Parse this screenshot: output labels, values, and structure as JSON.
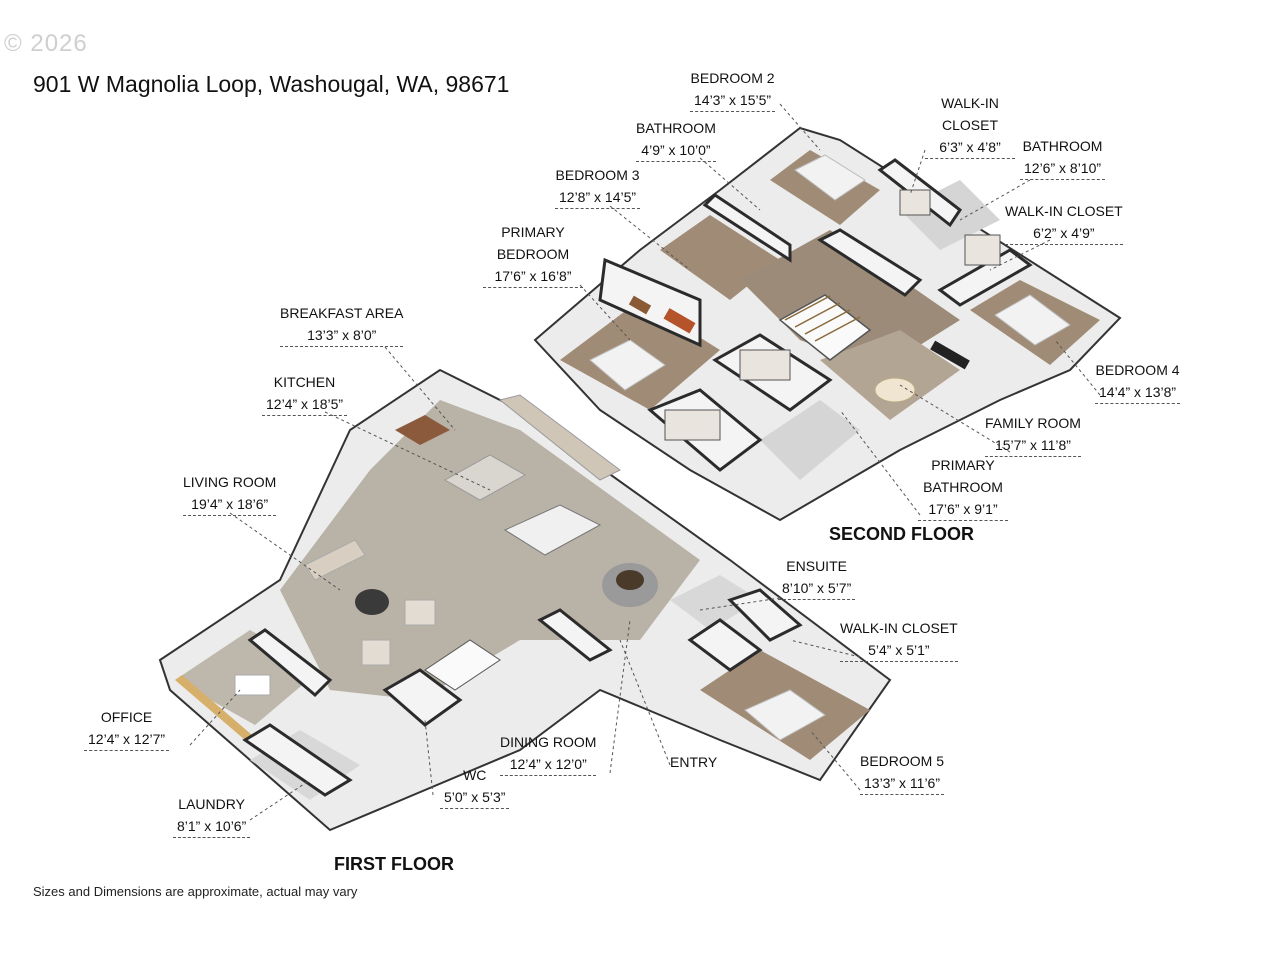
{
  "copyright": "© 2026",
  "address": "901 W Magnolia Loop, Washougal, WA, 98671",
  "disclaimer": "Sizes and Dimensions are approximate, actual may vary",
  "floors": {
    "first": "FIRST FLOOR",
    "second": "SECOND FLOOR"
  },
  "rooms": {
    "bedroom2": {
      "name": "BEDROOM 2",
      "dim": "14’3” x 15’5”"
    },
    "walkin_closet_upper": {
      "name": "WALK-IN CLOSET",
      "dim": "6’3” x 4’8”"
    },
    "bathroom_upper_mid": {
      "name": "BATHROOM",
      "dim": "4’9” x 10’0”"
    },
    "bathroom_upper_right": {
      "name": "BATHROOM",
      "dim": "12’6” x 8’10”"
    },
    "bedroom3": {
      "name": "BEDROOM 3",
      "dim": "12’8” x 14’5”"
    },
    "walkin_closet_right": {
      "name": "WALK-IN CLOSET",
      "dim": "6’2” x 4’9”"
    },
    "primary_bedroom": {
      "name": "PRIMARY BEDROOM",
      "dim": "17’6” x 16’8”"
    },
    "breakfast_area": {
      "name": "BREAKFAST AREA",
      "dim": "13’3” x 8’0”"
    },
    "bedroom4": {
      "name": "BEDROOM 4",
      "dim": "14’4” x 13’8”"
    },
    "kitchen": {
      "name": "KITCHEN",
      "dim": "12’4” x 18’5”"
    },
    "family_room": {
      "name": "FAMILY ROOM",
      "dim": "15’7” x 11’8”"
    },
    "primary_bathroom": {
      "name": "PRIMARY BATHROOM",
      "dim": "17’6” x 9’1”"
    },
    "living_room": {
      "name": "LIVING ROOM",
      "dim": "19’4” x 18’6”"
    },
    "ensuite": {
      "name": "ENSUITE",
      "dim": "8’10” x 5’7”"
    },
    "walkin_closet_lower": {
      "name": "WALK-IN CLOSET",
      "dim": "5’4” x 5’1”"
    },
    "office": {
      "name": "OFFICE",
      "dim": "12’4” x 12’7”"
    },
    "dining_room": {
      "name": "DINING ROOM",
      "dim": "12’4” x 12’0”"
    },
    "entry": {
      "name": "ENTRY",
      "dim": ""
    },
    "bedroom5": {
      "name": "BEDROOM 5",
      "dim": "13’3” x 11’6”"
    },
    "wc": {
      "name": "WC",
      "dim": "5’0” x 5’3”"
    },
    "laundry": {
      "name": "LAUNDRY",
      "dim": "8’1” x 10’6”"
    }
  },
  "colors": {
    "wall": "#2b2b2b",
    "wall_face": "#f4f4f4",
    "floor_wood": "#b9b2a6",
    "floor_carpet": "#a08c76",
    "floor_tile": "#d8d8d8"
  }
}
